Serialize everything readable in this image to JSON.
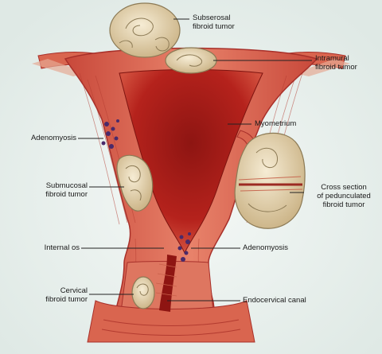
{
  "diagram": {
    "labels": {
      "subserosal": "Subserosal\nfibroid tumor",
      "intramural": "Intramural\nfibroid tumor",
      "myometrium": "Myometrium",
      "adenomyosis_left": "Adenomyosis",
      "submucosal": "Submucosal\nfibroid tumor",
      "pedunculated": "Cross section\nof pedunculated\nfibroid tumor",
      "internal_os": "Internal os",
      "adenomyosis_right": "Adenomyosis",
      "cervical": "Cervical\nfibroid tumor",
      "endocervical": "Endocervical canal"
    },
    "colors": {
      "background": "#e9f1ee",
      "muscle": "#d9654f",
      "muscle_dark": "#a8302a",
      "cavity": "#b01e1a",
      "fibroid": "#e8d8b4",
      "fibroid_edge": "#8c7a55",
      "adenomyosis": "#4a2a6a"
    }
  }
}
